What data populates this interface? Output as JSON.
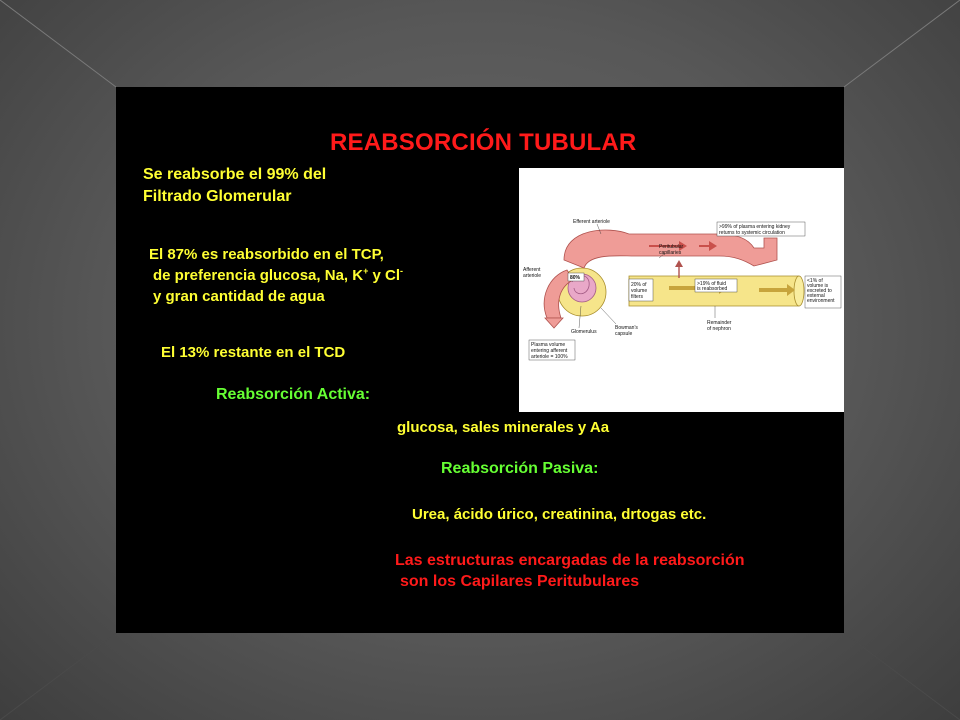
{
  "slide": {
    "title": "REABSORCIÓN TUBULAR",
    "intro": {
      "line1": "Se reabsorbe el 99% del",
      "line2": "Filtrado Glomerular"
    },
    "tcp": {
      "line1": "El 87% es reabsorbido en el TCP,",
      "line2_prefix": "de preferencia glucosa, Na, K",
      "line2_k_sup": "+",
      "line2_mid": " y Cl",
      "line2_cl_sup": "-",
      "line3": "y gran cantidad de agua"
    },
    "tcd": "El 13% restante en el TCD",
    "active_heading": "Reabsorción Activa:",
    "active_items": "glucosa, sales minerales y Aa",
    "passive_heading": "Reabsorción Pasiva:",
    "passive_items": "Urea, ácido úrico, creatinina, drtogas etc.",
    "conclusion": {
      "line1": "Las estructuras encargadas de la reabsorción",
      "line2": "son los Capilares Peritubulares"
    },
    "colors": {
      "title": "#ff1a1a",
      "body_text": "#ffff33",
      "headings": "#66ff33",
      "conclusion": "#ff1a1a",
      "slide_background": "#000000"
    }
  },
  "figure": {
    "labels": {
      "efferent_arteriole": "Efferent arteriole",
      "peritubular_capillaries_1": "Peritubular",
      "peritubular_capillaries_2": "capillaries",
      "afferent_arteriole_1": "Afferent",
      "afferent_arteriole_2": "arteriole",
      "pct_80": "80%",
      "filtered_1": "20% of",
      "filtered_2": "volume",
      "filtered_3": "filters",
      "reabsorbed_1": ">19% of fluid",
      "reabsorbed_2": "is reabsorbed",
      "returns_1": ">99% of plasma entering kidney",
      "returns_2": "returns to systemic circulation",
      "excreted_1": "<1% of",
      "excreted_2": "volume is",
      "excreted_3": "excreted to",
      "excreted_4": "external",
      "excreted_5": "environment",
      "glomerulus": "Glomerulus",
      "bowmans_1": "Bowman's",
      "bowmans_2": "capsule",
      "remainder_1": "Remainder",
      "remainder_2": "of nephron",
      "plasma_1": "Plasma volume",
      "plasma_2": "entering afferent",
      "plasma_3": "arteriole = 100%"
    }
  }
}
